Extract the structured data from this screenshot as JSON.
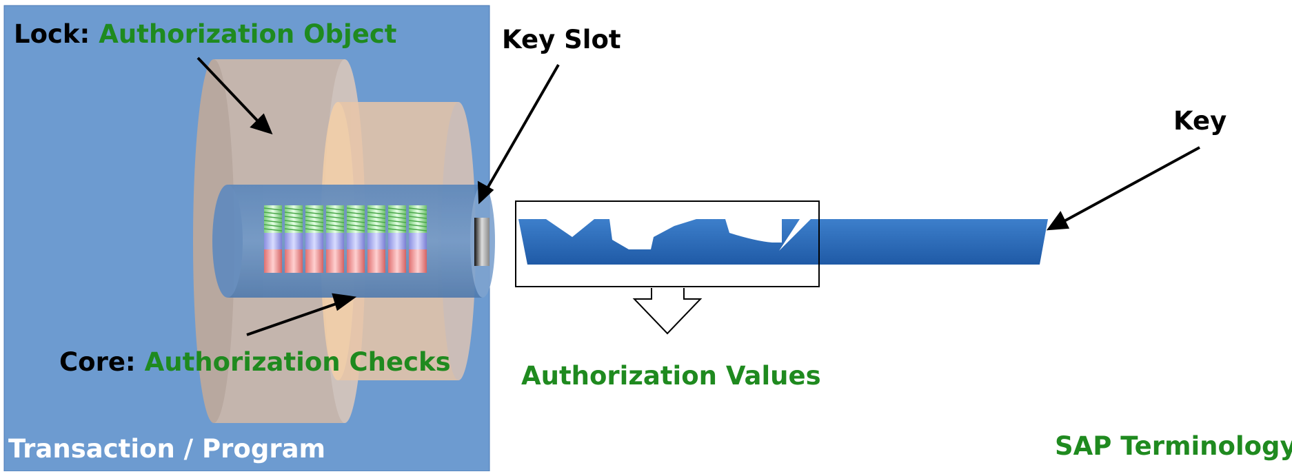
{
  "lock_label": {
    "prefix": "Lock:",
    "value": "Authorization Object"
  },
  "core_label": {
    "prefix": "Core:",
    "value": "Authorization Checks"
  },
  "key_slot_label": "Key Slot",
  "key_label": "Key",
  "values_label": "Authorization Values",
  "container_label": "Transaction / Program",
  "footer_label": "SAP Terminology",
  "colors": {
    "panel": "#6d9bd0",
    "lock_body": "#d7bca7",
    "lock_front": "#f0c9a6",
    "key": "#2f6db8",
    "term_green": "#1f8a1f",
    "black": "#000000",
    "white": "#ffffff"
  }
}
